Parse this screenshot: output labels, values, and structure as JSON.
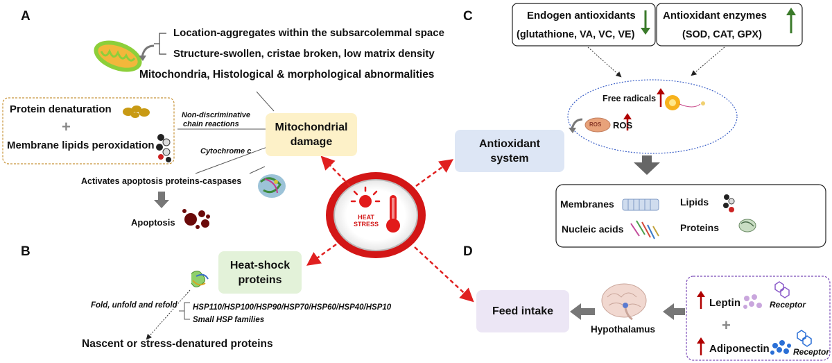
{
  "panels": {
    "a": "A",
    "b": "B",
    "c": "C",
    "d": "D"
  },
  "center": {
    "line1": "HEAT",
    "line2": "STRESS"
  },
  "panel_a": {
    "location_text": "Location-aggregates within the subsarcolemmal space",
    "structure_text": "Structure-swollen, cristae broken, low matrix density",
    "mito_caption": "Mitochondria, Histological & morphological abnormalities",
    "protein_denaturation": "Protein denaturation",
    "plus": "+",
    "membrane_lipids": "Membrane lipids peroxidation",
    "non_discriminative_1": "Non-discriminative",
    "non_discriminative_2": "chain reactions",
    "cytochrome": "Cytochrome c",
    "damage_box_1": "Mitochondrial",
    "damage_box_2": "damage",
    "caspases": "Activates apoptosis proteins-caspases",
    "apoptosis": "Apoptosis"
  },
  "panel_b": {
    "hsp_box_1": "Heat-shock",
    "hsp_box_2": "proteins",
    "fold": "Fold, unfold and refold",
    "hsp_list": "HSP110/HSP100/HSP90/HSP70/HSP60/HSP40/HSP10",
    "small_hsp": "Small HSP families",
    "nascent": "Nascent or stress-denatured proteins"
  },
  "panel_c": {
    "endogen_1": "Endogen antioxidants",
    "endogen_2": "(glutathione, VA, VC, VE)",
    "enzymes_1": "Antioxidant enzymes",
    "enzymes_2": "(SOD, CAT, GPX)",
    "free_radicals": "Free radicals",
    "ros": "ROS",
    "ros_chip": "ROS",
    "system_box_1": "Antioxidant",
    "system_box_2": "system",
    "membranes": "Membranes",
    "lipids": "Lipids",
    "nucleic_acids": "Nucleic acids",
    "proteins": "Proteins"
  },
  "panel_d": {
    "feed_intake": "Feed intake",
    "hypothalamus": "Hypothalamus",
    "leptin": "Leptin",
    "receptor_1": "Receptor",
    "plus": "+",
    "adiponectin": "Adiponectin",
    "receptor_2": "Receptor"
  },
  "colors": {
    "arrow_red": "#e02020",
    "up_red": "#b00000",
    "down_green": "#3a7a2a",
    "mito_box": "#fdf1c8",
    "antiox_box": "#dde6f5",
    "hsp_box": "#e3f2d9",
    "feed_box": "#ece6f5"
  }
}
